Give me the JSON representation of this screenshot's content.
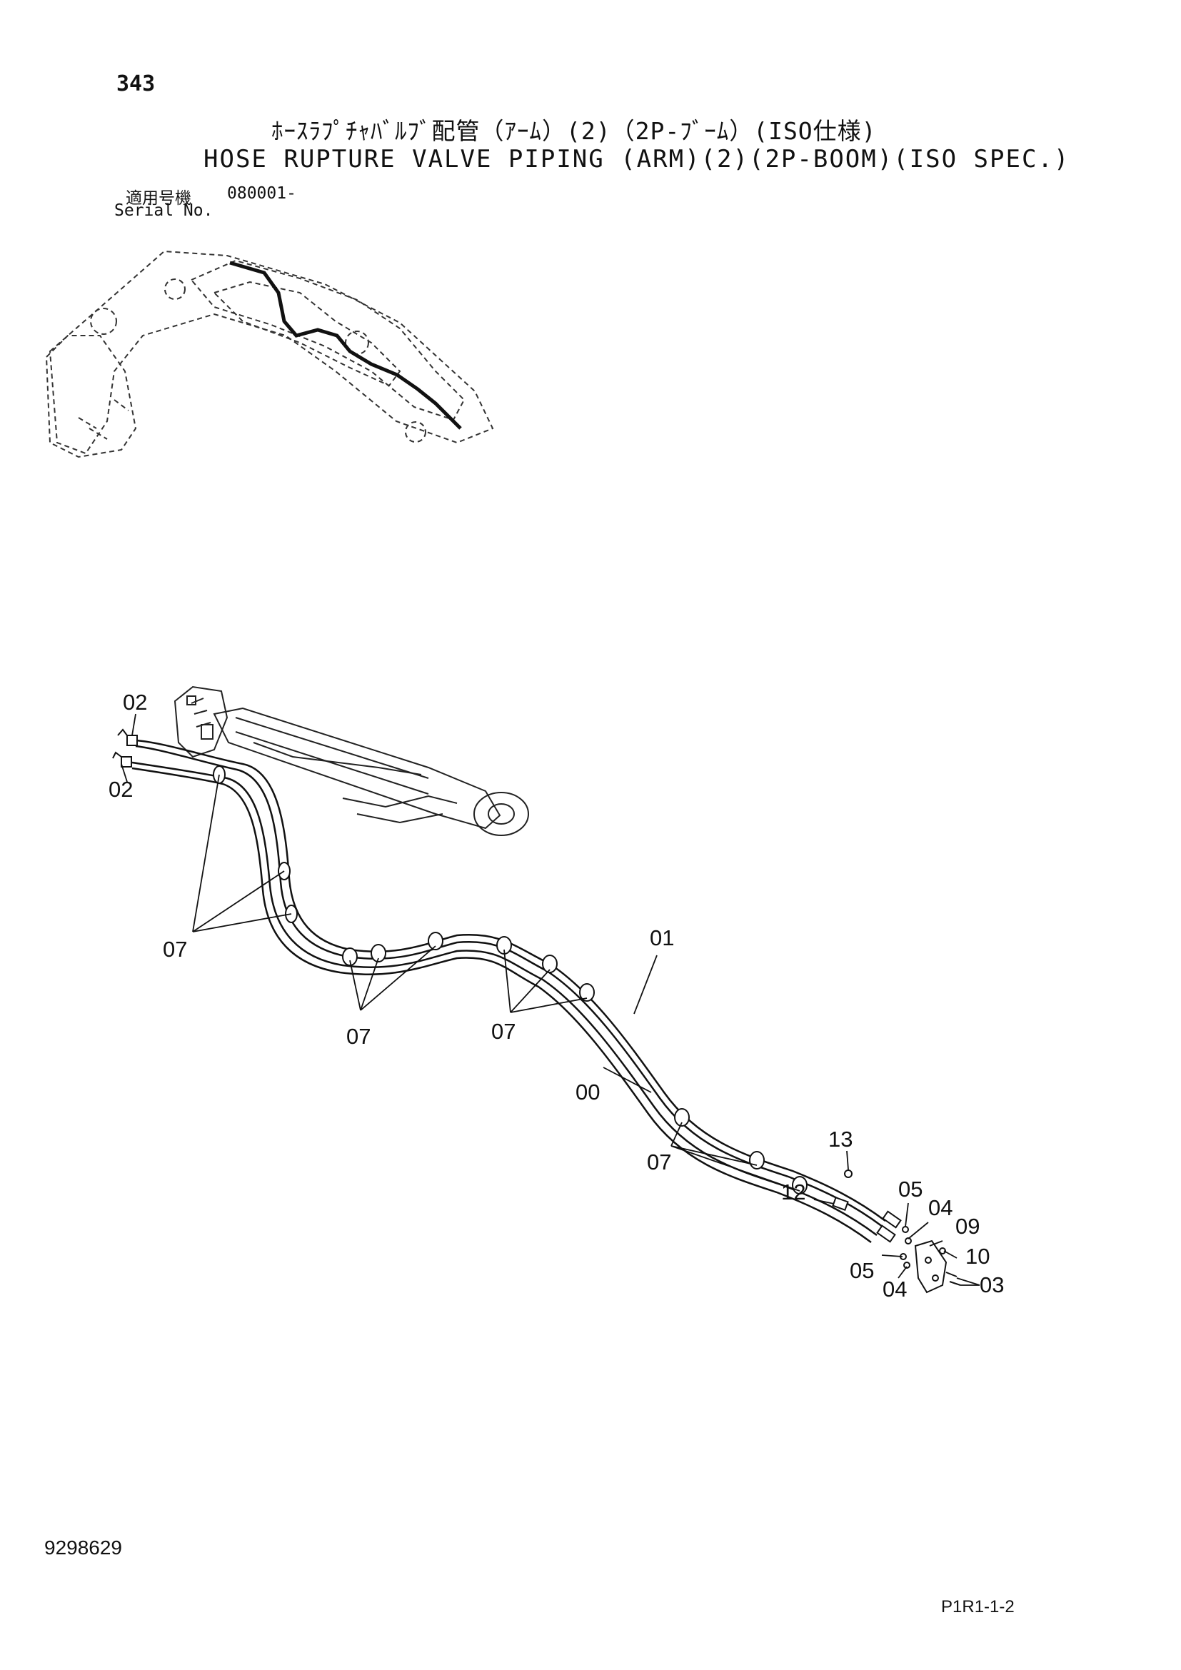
{
  "header": {
    "page_number": "343",
    "title_jp": "ﾎｰｽﾗﾌﾟﾁｬﾊﾞﾙﾌﾞ配管（ｱｰﾑ）(2)（2P-ﾌﾞｰﾑ）(ISO仕様)",
    "title_en": "HOSE RUPTURE VALVE PIPING (ARM)(2)(2P-BOOM)(ISO SPEC.)",
    "serial_label_jp": "適用号機",
    "serial_value": "080001-",
    "serial_label_en": "Serial No."
  },
  "footer": {
    "drawing_number": "9298629",
    "page_code": "P1R1-1-2"
  },
  "callouts": {
    "c02a": "02",
    "c02b": "02",
    "c07a": "07",
    "c07b": "07",
    "c07c": "07",
    "c07d": "07",
    "c01": "01",
    "c00": "00",
    "c13": "13",
    "c12": "12",
    "c05a": "05",
    "c04a": "04",
    "c09": "09",
    "c10": "10",
    "c05b": "05",
    "c04b": "04",
    "c03": "03"
  }
}
